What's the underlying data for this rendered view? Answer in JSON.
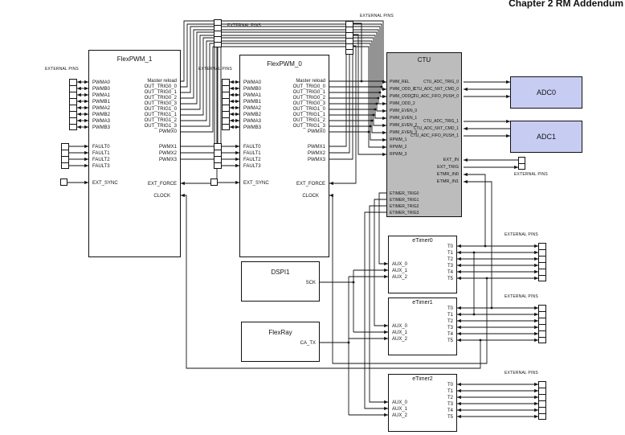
{
  "header": {
    "title": "Chapter 2 RM Addendum"
  },
  "labels": {
    "external_pins": "EXTERNAL PINS"
  },
  "colors": {
    "ctu_fill": "#bcbcbc",
    "adc_fill": "#c7cdf2",
    "line": "#111111"
  },
  "blocks": {
    "flexpwm1": {
      "title": "FlexPWM_1",
      "left_pins": [
        "PWMA0",
        "PWMB0",
        "PWMA1",
        "PWMB1",
        "PWMA2",
        "PWMB2",
        "PWMA3",
        "PWMB3"
      ],
      "fault_pins": [
        "FAULT0",
        "FAULT1",
        "FAULT2",
        "FAULT3"
      ],
      "ext_sync": "EXT_SYNC",
      "right_pins": [
        "Master reload",
        "OUT_TRIG0_0",
        "OUT_TRIG0_1",
        "OUT_TRIG0_2",
        "OUT_TRIG0_3",
        "OUT_TRIG1_0",
        "OUT_TRIG1_1",
        "OUT_TRIG1_2",
        "OUT_TRIG1_3",
        "PWMX0"
      ],
      "pwmx_pins": [
        "PWMX1",
        "PWMX2",
        "PWMX3"
      ],
      "ext_force": "EXT_FORCE",
      "clock": "CLOCK"
    },
    "flexpwm0": {
      "title": "FlexPWM_0",
      "left_pins": [
        "PWMA0",
        "PWMB0",
        "PWMA1",
        "PWMB1",
        "PWMA2",
        "PWMB2",
        "PWMA3",
        "PWMB3"
      ],
      "fault_pins": [
        "FAULT0",
        "FAULT1",
        "FAULT2",
        "FAULT3"
      ],
      "ext_sync": "EXT_SYNC",
      "right_pins": [
        "Master reload",
        "OUT_TRIG0_0",
        "OUT_TRIG0_1",
        "OUT_TRIG0_2",
        "OUT_TRIG0_3",
        "OUT_TRIG1_0",
        "OUT_TRIG1_1",
        "OUT_TRIG1_2",
        "OUT_TRIG1_3",
        "PWMX0"
      ],
      "pwmx_pins": [
        "PWMX1",
        "PWMX2",
        "PWMX3"
      ],
      "ext_force": "EXT_FORCE",
      "clock": "CLOCK"
    },
    "ctu": {
      "title": "CTU",
      "left_pins": [
        "PWM_REL",
        "PWM_ODD_0",
        "PWM_ODD_1",
        "PWM_ODD_2",
        "PWM_EVEN_0",
        "PWM_EVEN_1",
        "PWM_EVEN_2",
        "PWM_EVEN_3",
        "RPWM_1",
        "RPWM_2",
        "RPWM_3"
      ],
      "adc0_pins": [
        "CTU_ADC_TRIG_0",
        "CTU_ADC_NXT_CMD_0",
        "CTU_ADC_FIFO_PUSH_0"
      ],
      "adc1_pins": [
        "CTU_ADC_TRIG_1",
        "CTU_ADC_NXT_CMD_1",
        "CTU_ADC_FIFO_PUSH_1"
      ],
      "ext_pins": [
        "EXT_IN",
        "EXT_TRIG",
        "ETMR_IN0",
        "ETMR_IN1"
      ],
      "etimer_trig_pins": [
        "ETIMER_TRIG0",
        "ETIMER_TRIG1",
        "ETIMER_TRIG2",
        "ETIMER_TRIG3"
      ]
    },
    "adc0": {
      "title": "ADC0"
    },
    "adc1": {
      "title": "ADC1"
    },
    "dspi1": {
      "title": "DSPI1",
      "pin": "SCK"
    },
    "flexray": {
      "title": "FlexRay",
      "pin": "CA_TX"
    },
    "etimer0": {
      "title": "eTimer0",
      "aux_pins": [
        "AUX_0",
        "AUX_1",
        "AUX_2"
      ],
      "t_pins": [
        "T0",
        "T1",
        "T2",
        "T3",
        "T4",
        "T5"
      ]
    },
    "etimer1": {
      "title": "eTimer1",
      "aux_pins": [
        "AUX_0",
        "AUX_1",
        "AUX_2"
      ],
      "t_pins": [
        "T0",
        "T1",
        "T2",
        "T3",
        "T4",
        "T5"
      ]
    },
    "etimer2": {
      "title": "eTimer2",
      "aux_pins": [
        "AUX_0",
        "AUX_1",
        "AUX_2"
      ],
      "t_pins": [
        "T0",
        "T1",
        "T2",
        "T3",
        "T4",
        "T5"
      ]
    }
  }
}
